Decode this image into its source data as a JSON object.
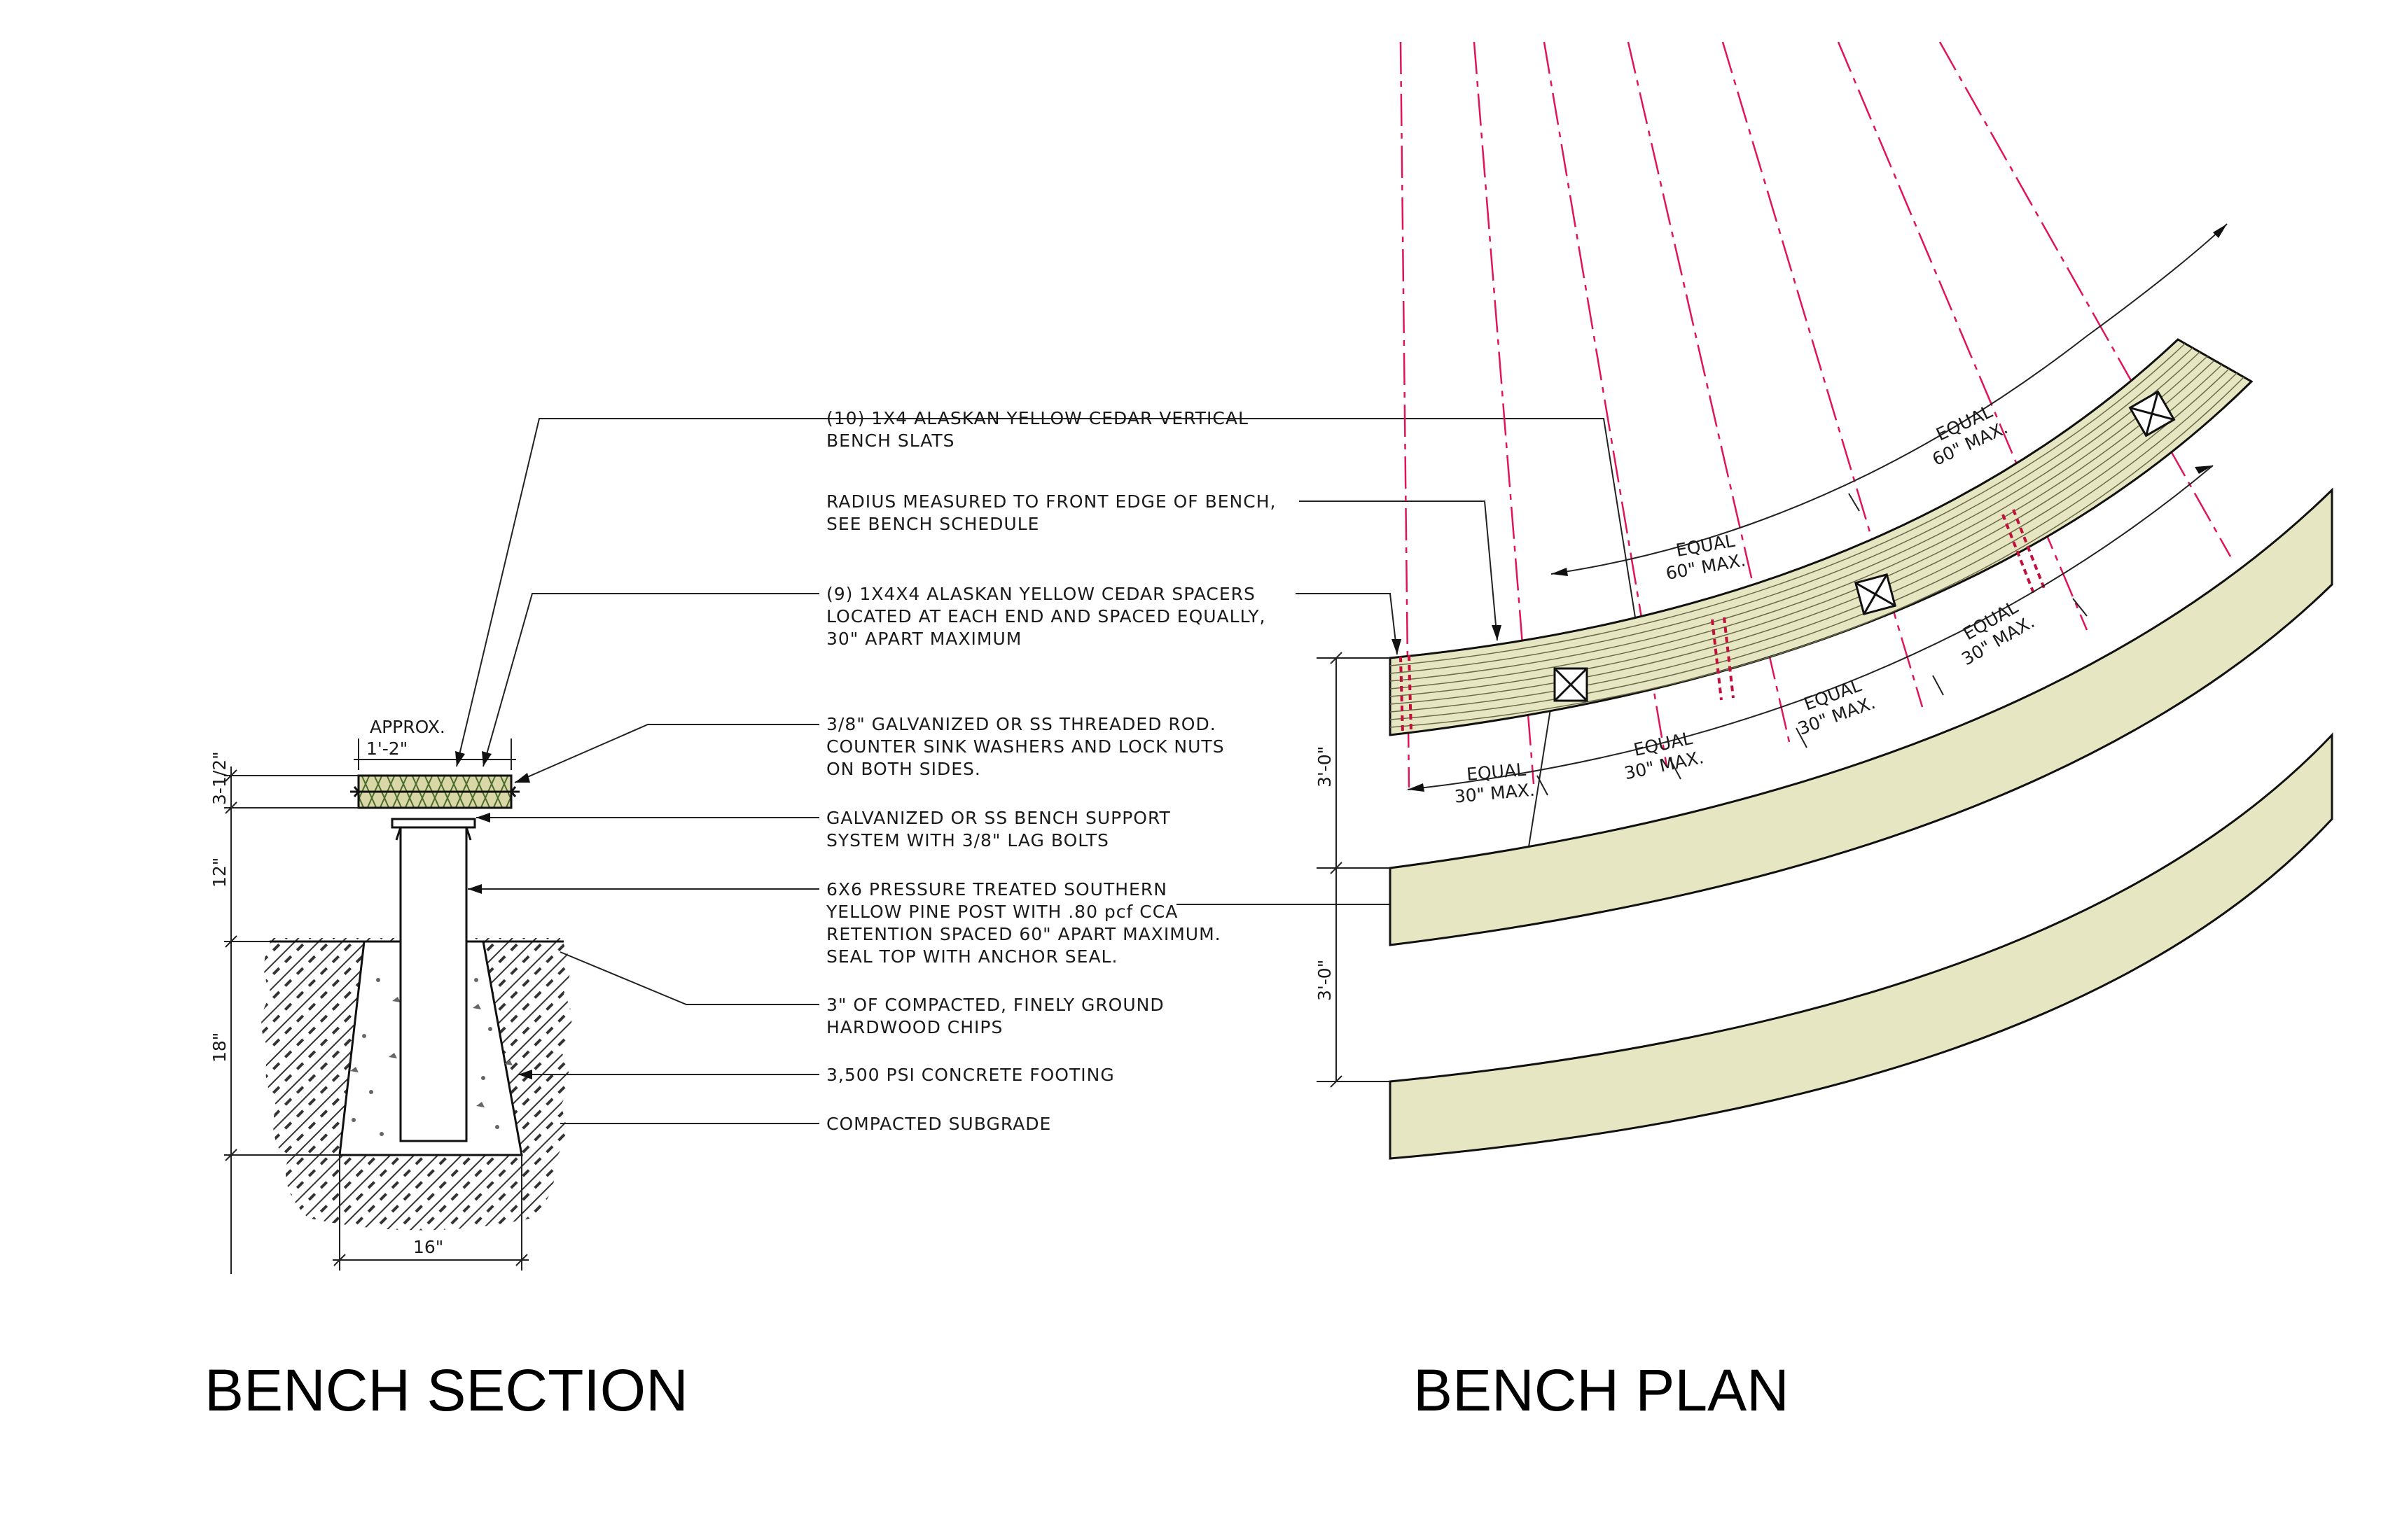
{
  "titles": {
    "section": "BENCH SECTION",
    "plan": "BENCH PLAN"
  },
  "section_dims": {
    "top_label_1": "APPROX.",
    "top_label_2": "1'-2\"",
    "seat_height": "3-1/2\"",
    "post_above": "12\"",
    "footing_depth": "18\"",
    "footing_width": "16\""
  },
  "notes": [
    [
      "(10) 1X4 ALASKAN YELLOW CEDAR VERTICAL",
      "BENCH SLATS"
    ],
    [
      "RADIUS MEASURED TO FRONT EDGE OF BENCH,",
      "SEE BENCH SCHEDULE"
    ],
    [
      "(9) 1X4X4 ALASKAN YELLOW CEDAR SPACERS",
      "LOCATED AT EACH END AND SPACED EQUALLY,",
      "30\" APART MAXIMUM"
    ],
    [
      "3/8\" GALVANIZED OR SS THREADED ROD.",
      "COUNTER SINK WASHERS AND LOCK NUTS",
      "ON BOTH SIDES."
    ],
    [
      "GALVANIZED OR SS BENCH SUPPORT",
      "SYSTEM WITH 3/8\" LAG BOLTS"
    ],
    [
      "6X6 PRESSURE TREATED SOUTHERN",
      "YELLOW PINE POST WITH .80 pcf CCA",
      "RETENTION SPACED 60\" APART MAXIMUM.",
      "SEAL TOP WITH ANCHOR SEAL."
    ],
    [
      "3\" OF COMPACTED, FINELY GROUND",
      "HARDWOOD CHIPS"
    ],
    [
      "3,500 PSI CONCRETE FOOTING"
    ],
    [
      "COMPACTED SUBGRADE"
    ]
  ],
  "plan_dims": {
    "equal": "EQUAL",
    "max30": "30\" MAX.",
    "max60": "60\" MAX.",
    "vertical": "3'-0\""
  },
  "colors": {
    "bench_fill": "#e6e6c2",
    "centerline": "#e0145a",
    "line": "#111111"
  }
}
